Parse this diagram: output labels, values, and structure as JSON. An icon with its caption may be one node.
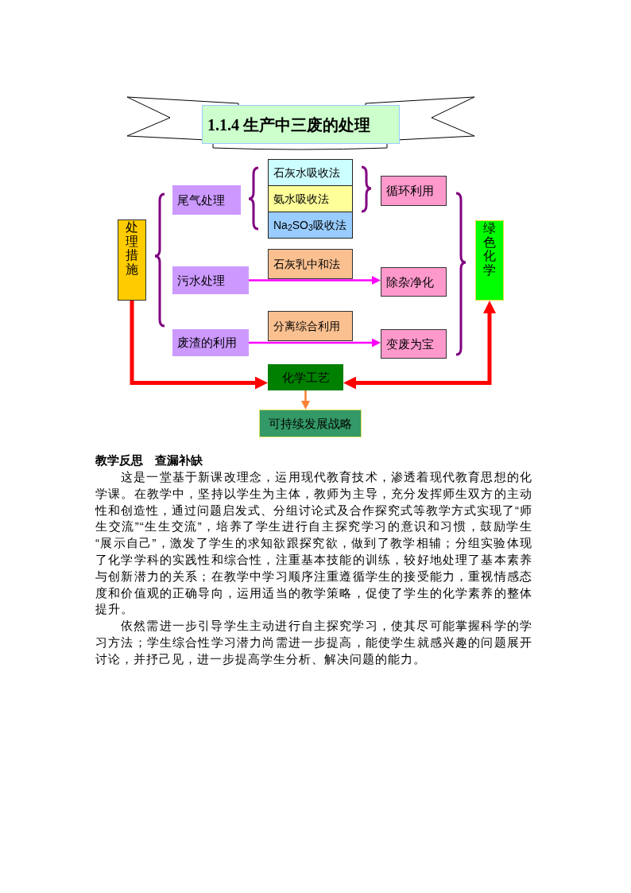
{
  "diagram": {
    "title": "1.1.4 生产中三废的处理",
    "nodes": [
      {
        "text": [
          "处理措施"
        ]
      },
      {
        "text": [
          "尾气处理"
        ]
      },
      {
        "text": [
          "石灰水吸收法"
        ]
      },
      {
        "text": [
          "氨水吸收法"
        ]
      },
      {
        "text": [
          "Na$_{2}$SO$_{3}$吸收法"
        ]
      },
      {
        "text": [
          "循环利用"
        ]
      },
      {
        "text": [
          "绿色化学"
        ]
      },
      {
        "text": [
          "污水处理"
        ]
      },
      {
        "text": [
          "石灰乳中和法"
        ]
      },
      {
        "text": [
          "除杂净化"
        ]
      },
      {
        "text": [
          "废渣的利用"
        ]
      },
      {
        "text": [
          "分离综合利用"
        ]
      },
      {
        "text": [
          "变废为宝"
        ]
      },
      {
        "text": [
          "化学工艺"
        ]
      },
      {
        "text": [
          "可持续发展战略"
        ]
      }
    ],
    "edges": [
      {
        "from": 7,
        "to": 9,
        "arrow": "to",
        "color": "#ff00ff"
      },
      {
        "from": 10,
        "to": 12,
        "arrow": "to",
        "color": "#ff00ff"
      },
      {
        "from": 0,
        "to": 13,
        "arrow": "to",
        "style": "thick",
        "color": "#ff0000"
      },
      {
        "from": 6,
        "to": 13,
        "arrow": "both",
        "style": "thick",
        "color": "#ff0000"
      },
      {
        "from": 13,
        "to": 14,
        "arrow": "to",
        "color": "#ff8033"
      }
    ],
    "labels": [
      "教学反思　查漏补缺",
      "这是一堂基于新课改理念，运用现代教育技术，渗透着现代教育思想的化学课。在教学中，坚持以学生为主体，教师为主导，充分发挥师生双方的主动性和创造性，通过问题启发式、分组讨论式及合作探究式等教学方式实现了“师生交流”“生生交流”，培养了学生进行自主探究学习的意识和习惯，鼓励学生 “展示自己”，激发了学生的求知欲跟探究欲，做到了教学相辅；分组实验体现了化学学科的实践性和综合性，注重基本技能的训练，较好地处理了基本素养与创新潜力的关系；在教学中学习顺序注重遵循学生的接受能力，重视情感态度和价值观的正确导向，运用适当的教学策略，促使了学生的化学素养的整体提升。",
      "依然需进一步引导学生主动进行自主探究学习，使其尽可能掌握科学的学习方法；学生综合性学习潜力尚需进一步提高，能使学生就感兴趣的问题展开讨论，并抒己见，进一步提高学生分析、解决问题的能力。"
    ]
  }
}
